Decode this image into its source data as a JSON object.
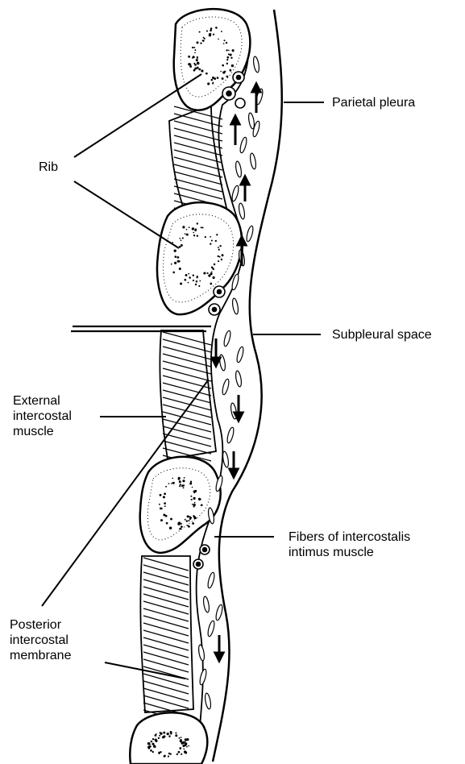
{
  "labels": {
    "rib": "Rib",
    "parietal_pleura": "Parietal pleura",
    "subpleural_space": "Subpleural space",
    "external_intercostal": [
      "External",
      "intercostal",
      "muscle"
    ],
    "fibers_intercostalis": [
      "Fibers of intercostalis",
      "intimus muscle"
    ],
    "posterior_membrane": [
      "Posterior",
      "intercostal",
      "membrane"
    ]
  },
  "colors": {
    "ink": "#000000",
    "paper": "#ffffff"
  }
}
